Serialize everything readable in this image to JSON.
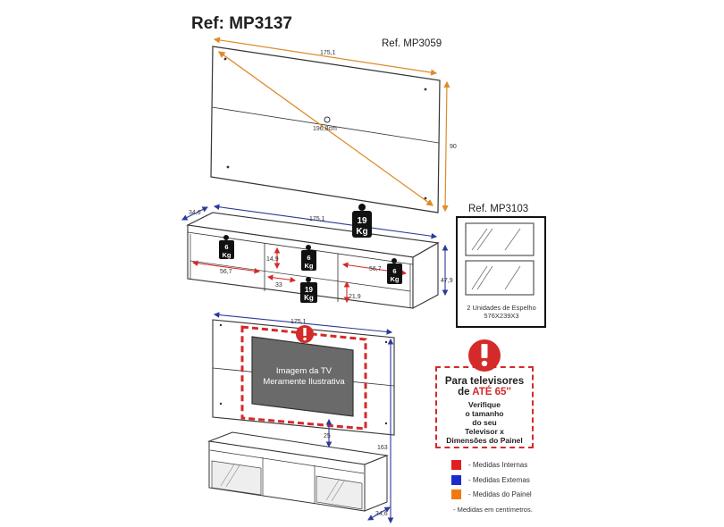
{
  "refs": {
    "main": "Ref: MP3137",
    "panel": "Ref. MP3059",
    "mirror": "Ref. MP3103"
  },
  "panel_top": {
    "width": "175,1",
    "height": "90",
    "diagonal": "196,8cm"
  },
  "rack": {
    "depth": "34,6",
    "width": "175,1",
    "height": "47,9",
    "weight_top": [
      "19",
      "Kg"
    ],
    "weight_left": [
      "6",
      "Kg"
    ],
    "weight_mid": [
      "6",
      "Kg"
    ],
    "weight_right": [
      "6",
      "Kg"
    ],
    "weight_bottom": [
      "19",
      "Kg"
    ],
    "niche_left": "56,7",
    "niche_right": "56,7",
    "mid_h1": "14,9",
    "mid_w": "33",
    "right_h": "21,9"
  },
  "mirror": {
    "caption1": "2 Unidades de Espelho",
    "caption2": "576X239X3"
  },
  "assembly": {
    "width": "175,1",
    "height": "163",
    "gap": "25",
    "depth": "34,6",
    "tv_line1": "Imagem da TV",
    "tv_line2": "Meramente Ilustrativa"
  },
  "notice": {
    "line1": "Para televisores",
    "line2a": "de ",
    "line2b": "ATÉ 65''",
    "body": [
      "Verifique",
      "o tamanho",
      "do seu",
      "Televisor x",
      "Dimensões do Painel"
    ]
  },
  "legend": {
    "items": [
      {
        "label": "- Medidas Internas",
        "color": "#e02020"
      },
      {
        "label": "- Medidas Externas",
        "color": "#1a2ccc"
      },
      {
        "label": "- Medidas do Painel",
        "color": "#f07a10"
      }
    ],
    "note": "- Medidas em centímetros."
  },
  "colors": {
    "red": "#d42a2a",
    "blue": "#2a3a9a",
    "orange": "#e08a2a"
  }
}
